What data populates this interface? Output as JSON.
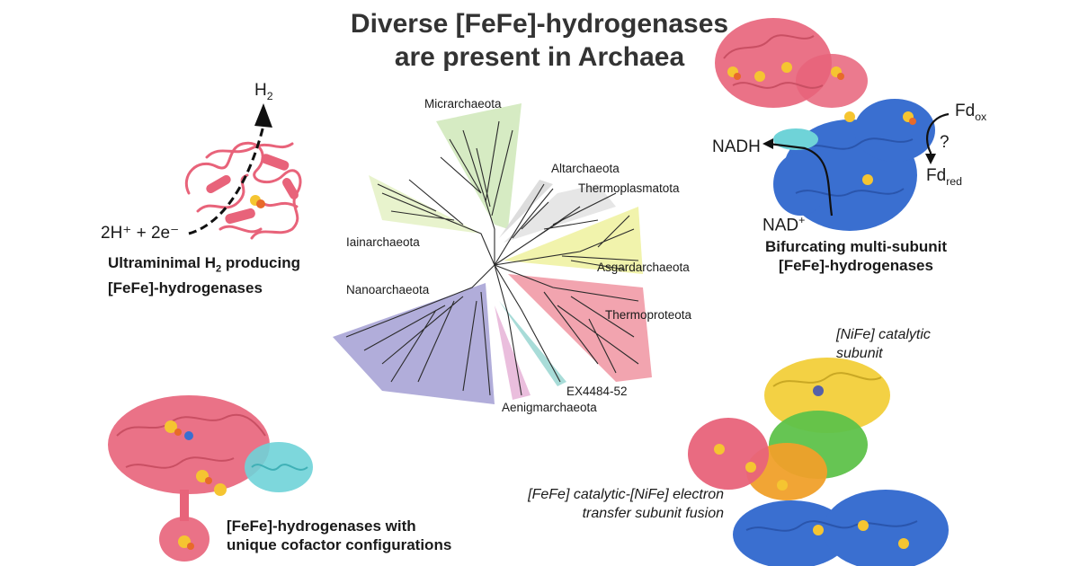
{
  "title": {
    "line1": "Diverse [FeFe]-hydrogenases",
    "line2": "are present in Archaea"
  },
  "panel_top_left": {
    "product_base": "H",
    "product_sub": "2",
    "reactant_text": "2H⁺ + 2e⁻",
    "caption_pre": "Ultraminimal H",
    "caption_sub": "2",
    "caption_post": " producing",
    "caption_line2": "[FeFe]-hydrogenases",
    "protein_color": "#e8637a"
  },
  "panel_top_right": {
    "fd_ox_base": "Fd",
    "fd_ox_sub": "ox",
    "fd_red_base": "Fd",
    "fd_red_sub": "red",
    "question": "?",
    "nadh": "NADH",
    "nad_base": "NAD",
    "nad_sup": "+",
    "caption_line1": "Bifurcating multi-subunit",
    "caption_line2": "[FeFe]-hydrogenases",
    "colors": {
      "catalytic": "#e8637a",
      "partner": "#3a6fd0",
      "linker": "#6fd3d8"
    }
  },
  "tree": {
    "clades": [
      {
        "name": "Micrarchaeota",
        "color": "#cfe8b8"
      },
      {
        "name": "Altarchaeota",
        "color": "#d9d9d9"
      },
      {
        "name": "Thermoplasmatota",
        "color": "#e3e3e3"
      },
      {
        "name": "Iainarchaeota",
        "color": "#e6f2c8"
      },
      {
        "name": "Asgardarchaeota",
        "color": "#f0f2a8"
      },
      {
        "name": "Nanoarchaeota",
        "color": "#a9a4d6"
      },
      {
        "name": "Thermoproteota",
        "color": "#f19aa6"
      },
      {
        "name": "EX4484-52",
        "color": "#9fd8d4"
      },
      {
        "name": "Aenigmarchaeota",
        "color": "#e8b7d9"
      }
    ]
  },
  "panel_bottom_left": {
    "caption_line1": "[FeFe]-hydrogenases with",
    "caption_line2": "unique cofactor configurations",
    "colors": {
      "catalytic": "#e8637a",
      "partner": "#6fd3d8"
    }
  },
  "panel_bottom_right": {
    "nife_label_line1": "[NiFe] catalytic",
    "nife_label_line2": "subunit",
    "fusion_label_line1": "[FeFe] catalytic-[NiFe] electron",
    "fusion_label_line2": "transfer subunit fusion",
    "colors": {
      "nife": "#f2cf3a",
      "green": "#5ec24a",
      "orange": "#f0a02a",
      "fefe": "#e8637a",
      "blue": "#3a6fd0"
    }
  }
}
